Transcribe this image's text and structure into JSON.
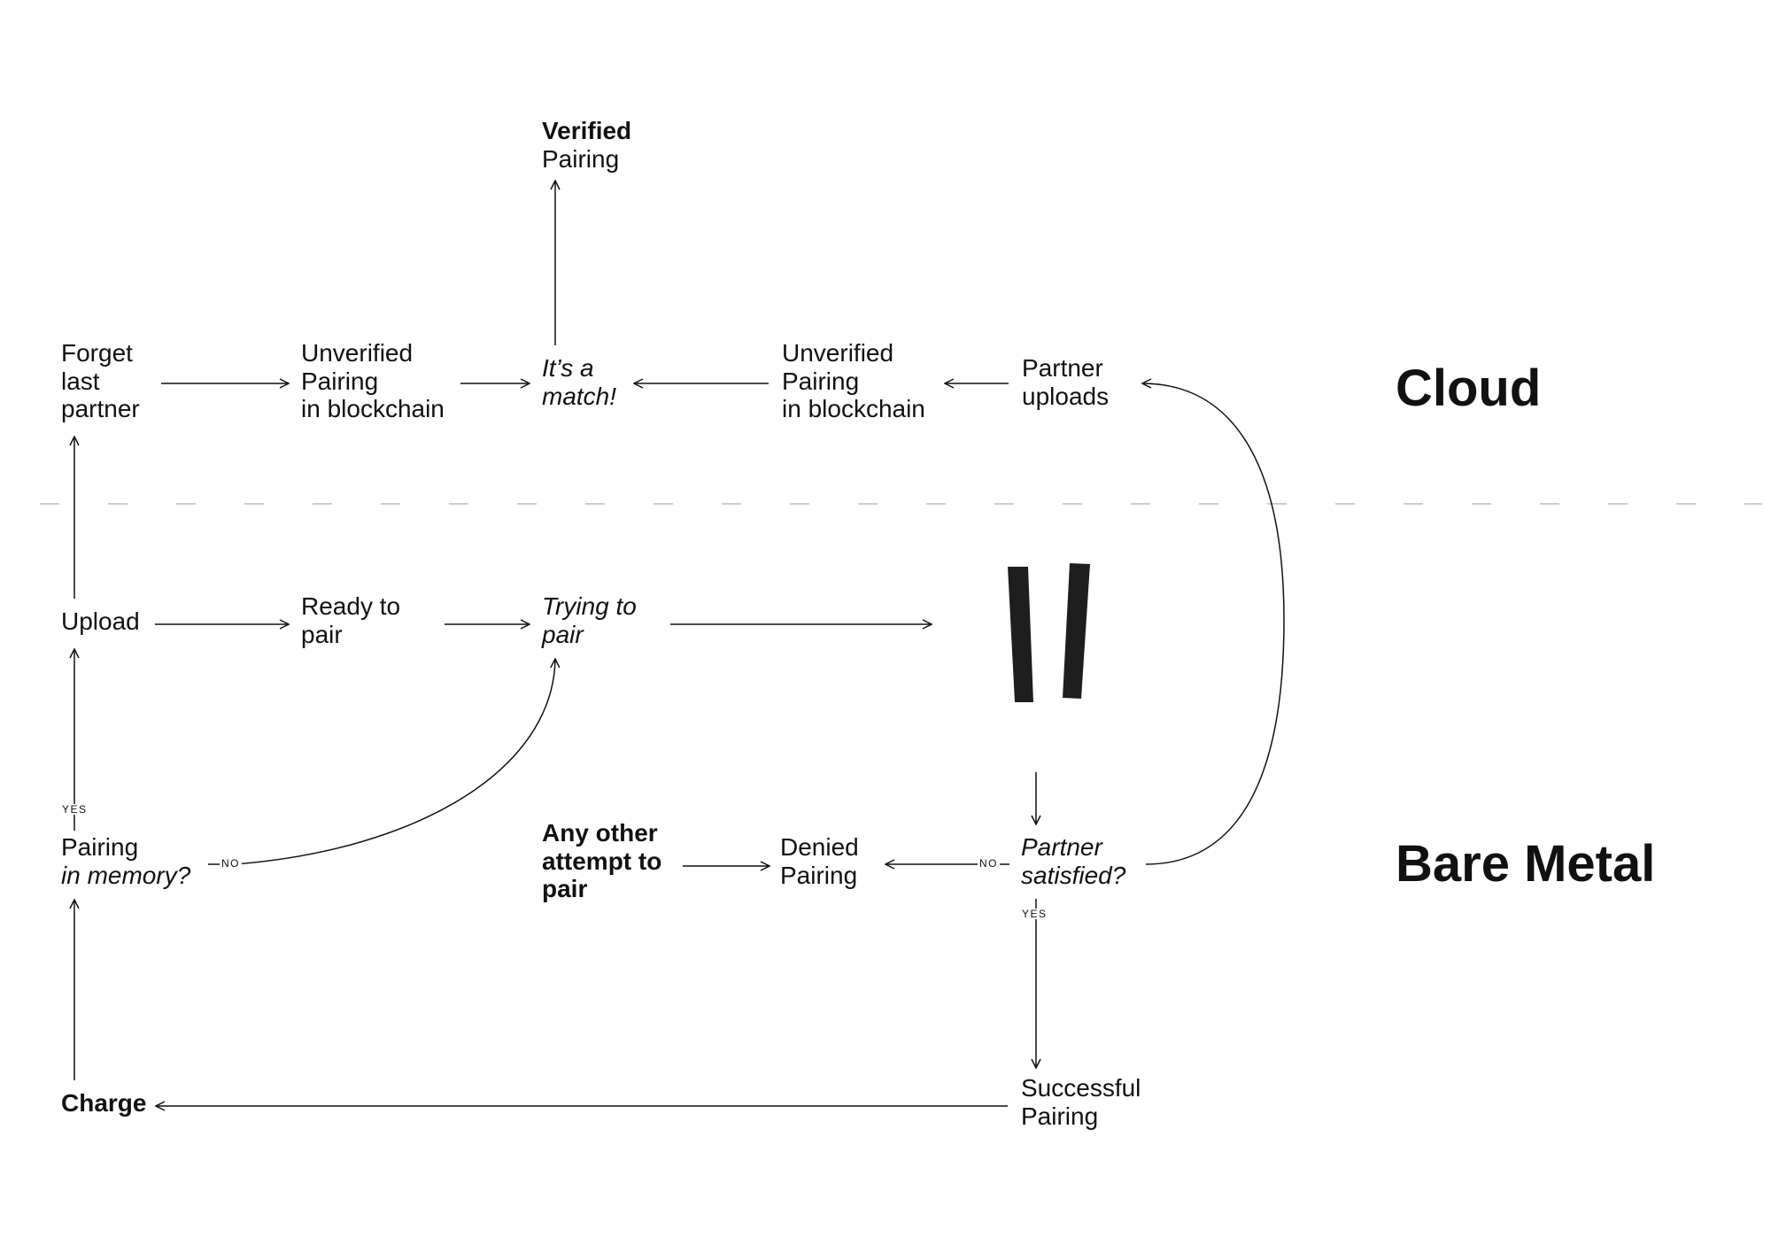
{
  "zones": {
    "cloud": "Cloud",
    "bare_metal": "Bare Metal"
  },
  "nodes": {
    "verified": [
      "Verified",
      "Pairing"
    ],
    "forget": [
      "Forget",
      "last",
      "partner"
    ],
    "unverified_left": [
      "Unverified",
      "Pairing",
      "in blockchain"
    ],
    "match": [
      "It’s a",
      "match!"
    ],
    "unverified_right": [
      "Unverified",
      "Pairing",
      "in blockchain"
    ],
    "partner_uploads": [
      "Partner",
      "uploads"
    ],
    "upload": [
      "Upload"
    ],
    "ready": [
      "Ready to",
      "pair"
    ],
    "trying": [
      "Trying to",
      "pair"
    ],
    "pairing_memory": [
      "Pairing",
      "in memory?"
    ],
    "any_other": [
      "Any other",
      "attempt to",
      "pair"
    ],
    "denied": [
      "Denied",
      "Pairing"
    ],
    "partner_satisfied": [
      "Partner",
      "satisfied?"
    ],
    "successful": [
      "Successful",
      "Pairing"
    ],
    "charge": [
      "Charge"
    ]
  },
  "edge_labels": {
    "yes_memory": "YES",
    "no_memory": "NO",
    "no_satisfied": "NO",
    "yes_satisfied": "YES"
  },
  "colors": {
    "ink": "#111111",
    "divider": "#cccccc",
    "plug": "#1e1e1e"
  },
  "icon": "plug-prongs-icon"
}
